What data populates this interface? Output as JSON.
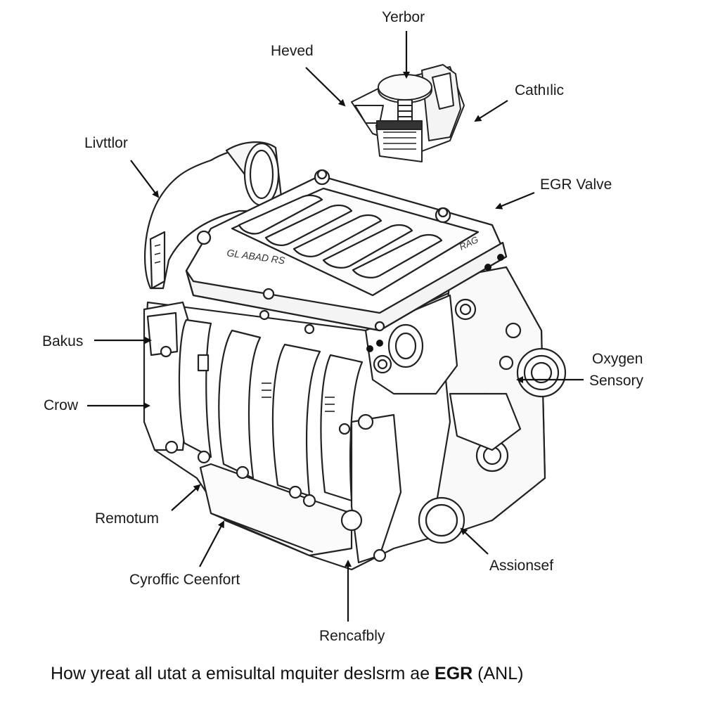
{
  "labels": {
    "yerbor": "Yerbor",
    "heved": "Heved",
    "cathilic": "Cathılic",
    "livttlor": "Livttlor",
    "egr_valve": "EGR Valve",
    "bakus": "Bakus",
    "crow": "Crow",
    "oxygen_line1": "Oxygen",
    "oxygen_line2": "Sensory",
    "remotum": "Remotum",
    "cyroffic": "Cyroffic Ceenfort",
    "assionsef": "Assionsef",
    "rencafbly": "Rencafbly"
  },
  "engine_markings": {
    "cover_text": "GL ABAD RS",
    "side_badge": "RAG"
  },
  "caption": {
    "prefix": "How yreat all utat a emisultal mquiter deslsrm ae ",
    "bold": "EGR",
    "suffix": " (ANL)"
  }
}
